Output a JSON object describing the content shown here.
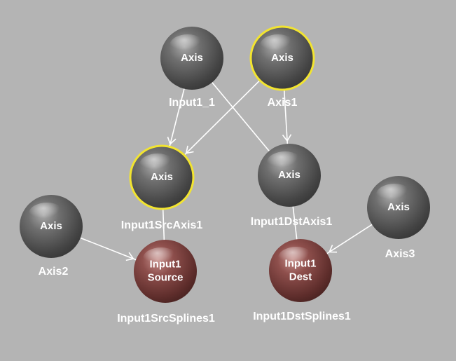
{
  "nodes": [
    {
      "id": "n_input1_1",
      "inner": [
        "Axis"
      ],
      "name": "Input1_1",
      "kind": "axis",
      "selected": false
    },
    {
      "id": "n_axis1",
      "inner": [
        "Axis"
      ],
      "name": "Axis1",
      "kind": "axis",
      "selected": true
    },
    {
      "id": "n_src_axis1",
      "inner": [
        "Axis"
      ],
      "name": "Input1SrcAxis1",
      "kind": "axis",
      "selected": true
    },
    {
      "id": "n_dst_axis1",
      "inner": [
        "Axis"
      ],
      "name": "Input1DstAxis1",
      "kind": "axis",
      "selected": false
    },
    {
      "id": "n_axis2",
      "inner": [
        "Axis"
      ],
      "name": "Axis2",
      "kind": "axis",
      "selected": false
    },
    {
      "id": "n_axis3",
      "inner": [
        "Axis"
      ],
      "name": "Axis3",
      "kind": "axis",
      "selected": false
    },
    {
      "id": "n_src_splines",
      "inner": [
        "Input1",
        "Source"
      ],
      "name": "Input1SrcSplines1",
      "kind": "spline",
      "selected": false
    },
    {
      "id": "n_dst_splines",
      "inner": [
        "Input1",
        "Dest"
      ],
      "name": "Input1DstSplines1",
      "kind": "spline",
      "selected": false
    }
  ],
  "edges": [
    {
      "from": "n_input1_1",
      "to": "n_src_axis1",
      "arrow": true
    },
    {
      "from": "n_input1_1",
      "to": "n_dst_axis1",
      "arrow": false
    },
    {
      "from": "n_axis1",
      "to": "n_src_axis1",
      "arrow": true
    },
    {
      "from": "n_axis1",
      "to": "n_dst_axis1",
      "arrow": true
    },
    {
      "from": "n_src_axis1",
      "to": "n_src_splines",
      "arrow": false
    },
    {
      "from": "n_dst_axis1",
      "to": "n_dst_splines",
      "arrow": false
    },
    {
      "from": "n_axis2",
      "to": "n_src_splines",
      "arrow": true
    },
    {
      "from": "n_axis3",
      "to": "n_dst_splines",
      "arrow": true
    }
  ],
  "colors": {
    "background": "#b4b4b4",
    "axis_node": "#6a6a6a",
    "spline_node": "#8a4a48",
    "selected_ring": "#f2e430",
    "edge": "#ffffff",
    "text": "#ffffff"
  }
}
